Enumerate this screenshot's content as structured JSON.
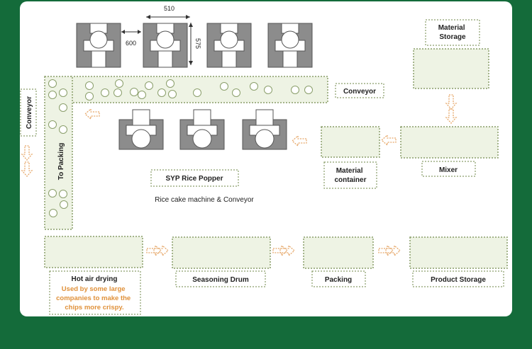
{
  "diagram": {
    "dimensions": {
      "width": "510",
      "gap": "600",
      "height": "575"
    },
    "labels": {
      "conveyor_top": "Conveyor",
      "conveyor_left": "Conveyor",
      "to_packing": "To Packing",
      "material_storage": [
        "Material",
        "Storage"
      ],
      "mixer": "Mixer",
      "material_container": [
        "Material",
        "container"
      ],
      "syp_rice_popper": "SYP Rice Popper",
      "caption": "Rice cake machine & Conveyor",
      "hot_air_drying": "Hot air drying",
      "hot_air_note": [
        "Used by some large",
        "companies to make the",
        "chips more crispy."
      ],
      "seasoning_drum": "Seasoning Drum",
      "packing": "Packing",
      "product_storage": "Product Storage"
    },
    "colors": {
      "frame": "#146b3a",
      "box_fill": "#eef3e4",
      "dots": "#8a9e6a",
      "machine": "#8c8c8c",
      "arrow": "#e6a86a",
      "note_text": "#e0913a"
    }
  }
}
